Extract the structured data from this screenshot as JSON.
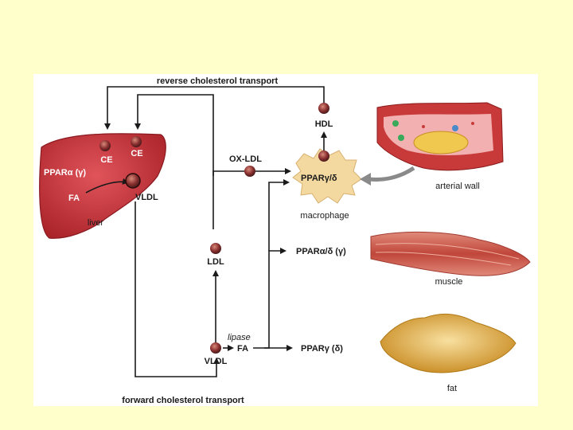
{
  "labels": {
    "reverse_transport": "reverse cholesterol transport",
    "forward_transport": "forward cholesterol transport",
    "hdl": "HDL",
    "ox_ldl": "OX-LDL",
    "ldl": "LDL",
    "vldl_liver": "VLDL",
    "vldl_bottom": "VLDL",
    "ce_left": "CE",
    "ce_right": "CE",
    "ppar_liver": "PPARα (γ)",
    "fa_liver": "FA",
    "liver": "liver",
    "macrophage_ppar": "PPARγ/δ",
    "macrophage": "macrophage",
    "arterial_wall": "arterial wall",
    "ppar_muscle": "PPARα/δ (γ)",
    "muscle": "muscle",
    "lipase": "lipase",
    "fa_bottom": "FA",
    "ppar_fat": "PPARγ (δ)",
    "fat": "fat"
  },
  "colors": {
    "background": "#ffffcc",
    "liver": "#c8343a",
    "macrophage": "#f3d9a0",
    "artery": "#c83a3a",
    "muscle": "#c85a4a",
    "fat": "#e0b040",
    "lipoprotein": "#7a2a2a"
  }
}
